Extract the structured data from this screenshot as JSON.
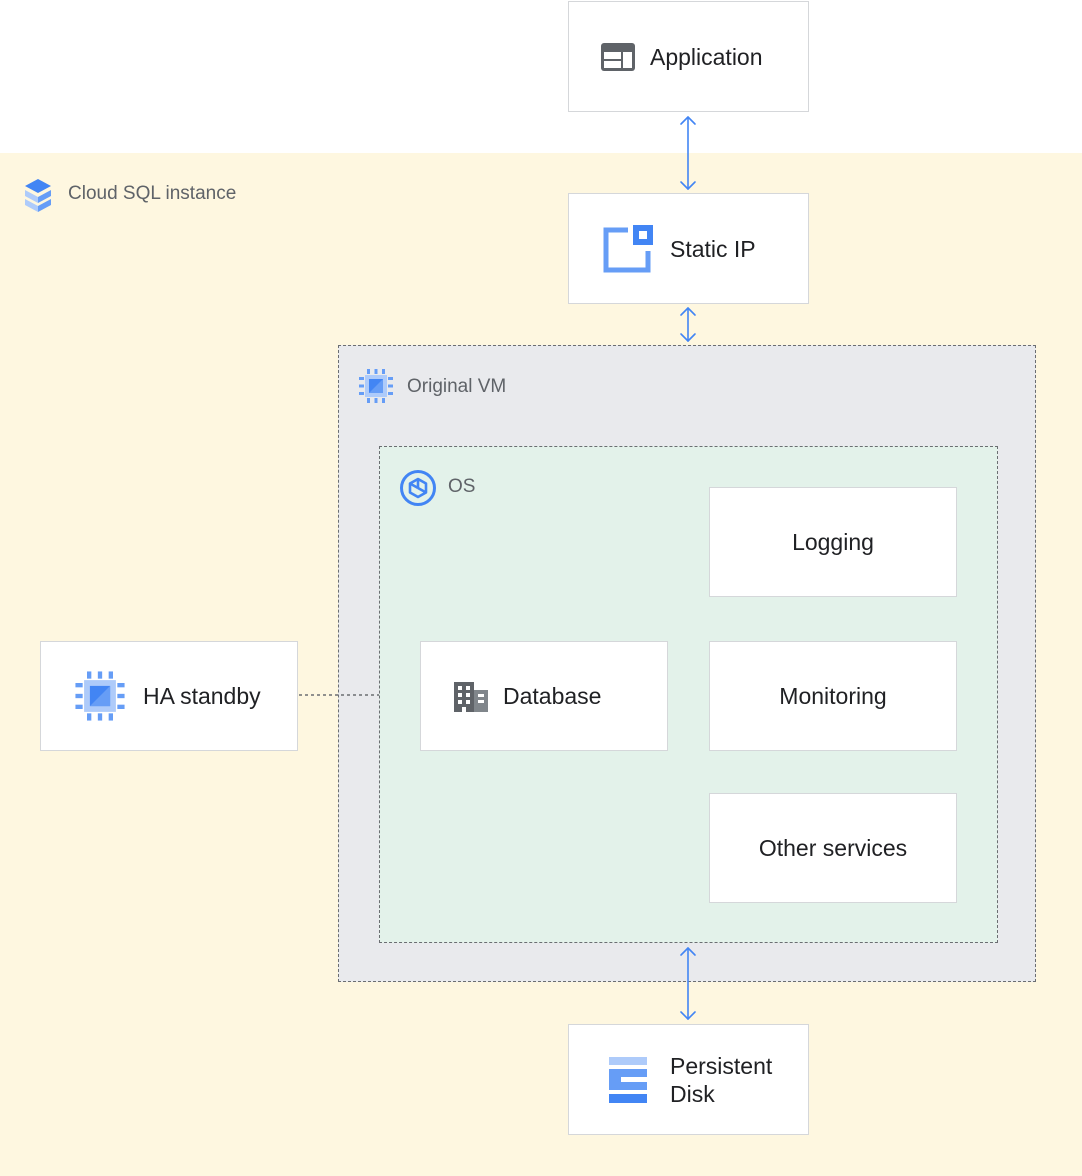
{
  "zones": {
    "cloud_sql": {
      "label": "Cloud SQL instance"
    },
    "original_vm": {
      "label": "Original VM"
    },
    "os": {
      "label": "OS"
    }
  },
  "nodes": {
    "application": {
      "label": "Application",
      "icon": "application-window-icon"
    },
    "static_ip": {
      "label": "Static IP",
      "icon": "static-ip-icon"
    },
    "ha_standby": {
      "label": "HA standby",
      "icon": "compute-chip-icon"
    },
    "database": {
      "label": "Database",
      "icon": "database-building-icon"
    },
    "logging": {
      "label": "Logging"
    },
    "monitoring": {
      "label": "Monitoring"
    },
    "other_services": {
      "label": "Other services"
    },
    "persistent_disk": {
      "label_line1": "Persistent",
      "label_line2": "Disk",
      "icon": "persistent-disk-icon"
    }
  },
  "colors": {
    "cloud_sql_zone": "#fef7e0",
    "vm_zone": "#e9eaed",
    "os_zone": "#e3f2ea",
    "connector": "#4285f4",
    "icon_blue": "#4285f4",
    "icon_light_blue": "#aecbfa",
    "icon_gray": "#5f6368"
  }
}
